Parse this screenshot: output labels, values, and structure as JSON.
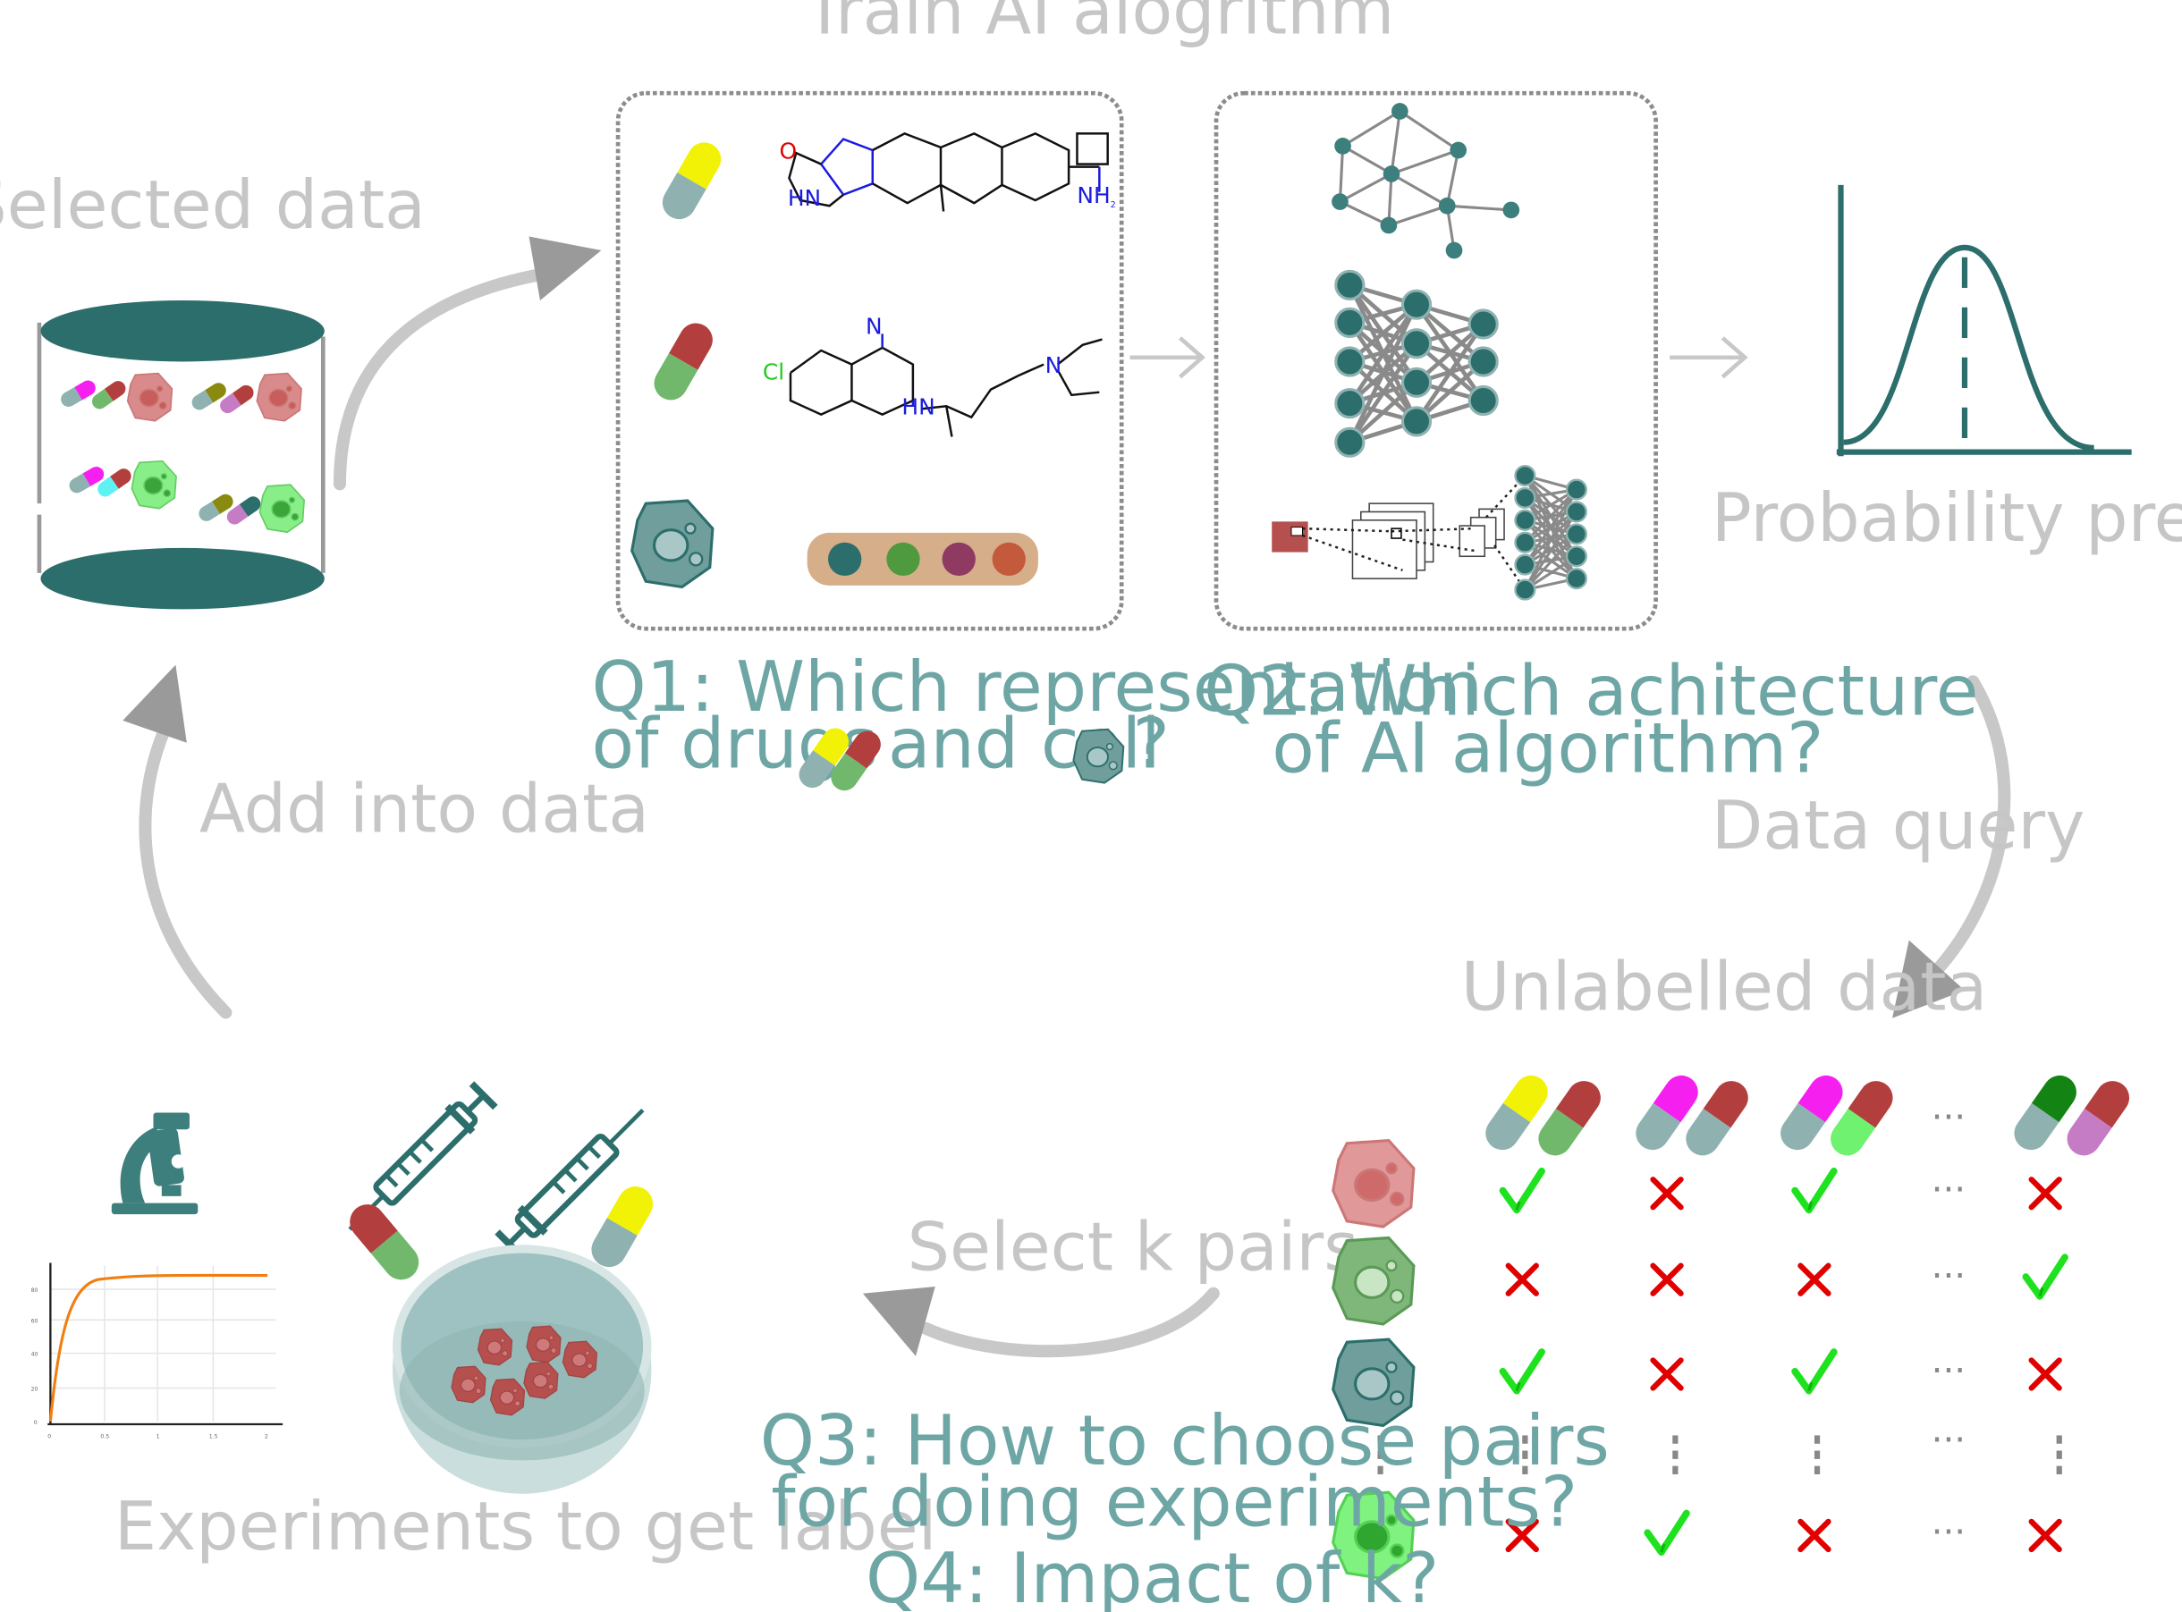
{
  "labels": {
    "train": "Train AI alogrithm",
    "selected": "Selected data",
    "probability": "Probability prediction",
    "data_query": "Data query",
    "unlabelled": "Unlabelled data",
    "select_k": "Select k pairs",
    "add_into": "Add into data",
    "experiments": "Experiments to get label"
  },
  "questions": {
    "q1_line1": "Q1: Which representation",
    "q1_of_drugs": "of drugs",
    "q1_and_cell": "and cell",
    "q1_mark": "?",
    "q2_line1": "Q2: Which achitecture",
    "q2_line2": "of AI algorithm?",
    "q3_line1": "Q3: How to choose pairs",
    "q3_line2": "for doing experiments?",
    "q4": "Q4: Impact of k?"
  },
  "molecule_atoms": {
    "o": "O",
    "hn": "HN",
    "n": "N",
    "nh2": "NH",
    "sub2": "2",
    "cl": "Cl"
  },
  "plot_ticks": {
    "y": [
      "80",
      "60",
      "40",
      "20",
      "0"
    ],
    "x": [
      "0",
      "0.5",
      "1",
      "1.5",
      "2"
    ]
  },
  "matrix": {
    "ellipsis": "···",
    "rows": [
      [
        "check",
        "cross",
        "check",
        "cross"
      ],
      [
        "cross",
        "cross",
        "cross",
        "check"
      ],
      [
        "check",
        "cross",
        "check",
        "cross"
      ],
      [
        "cross",
        "check",
        "cross",
        "cross"
      ]
    ]
  },
  "colors": {
    "teal": "#2c6e6b",
    "teal_light": "#8fb2b1",
    "grey_arrow": "#c8c8c8",
    "grey_head": "#9a9a9a",
    "question": "#6ea6a5",
    "check": "#1ee21e",
    "cross": "#e00000",
    "red_pill": "#b23f3e",
    "green_pill": "#71b86d",
    "yellow_pill": "#f2f207",
    "magenta_pill": "#f520f0"
  },
  "icons": [
    "database-cylinder-icon",
    "pill-icon",
    "cell-icon",
    "molecule-icon",
    "graph-network-icon",
    "neural-network-icon",
    "cnn-icon",
    "bell-curve-icon",
    "microscope-icon",
    "syringe-icon",
    "petri-dish-icon",
    "check-icon",
    "cross-icon"
  ]
}
